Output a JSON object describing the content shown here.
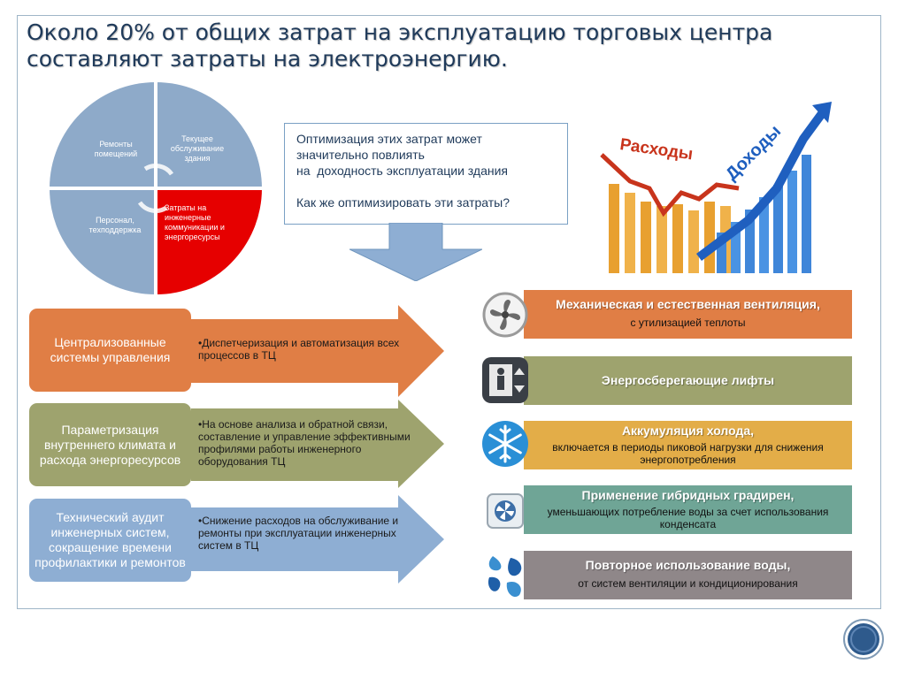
{
  "title": "Около 20% от общих затрат на эксплуатацию торговых центра составляют затраты на электроэнергию.",
  "pie": {
    "segments": [
      {
        "label": "Ремонты помещений",
        "color": "#8eaac9"
      },
      {
        "label": "Текущее обслуживание здания",
        "color": "#8eaac9"
      },
      {
        "label": "Затраты на инженерные коммуникации и энергоресурсы",
        "color": "#e60000"
      },
      {
        "label": "Персонал, техподдержка",
        "color": "#8eaac9"
      }
    ]
  },
  "callout": {
    "line1": "Оптимизация этих затрат может",
    "line2": "значительно повлиять",
    "line3": "на  доходность эксплуатации здания",
    "line4": "Как же оптимизировать эти затраты?"
  },
  "chart_image": {
    "label_expenses": "Расходы",
    "label_income": "Доходы",
    "colors": {
      "expenses": "#c8341c",
      "income": "#1f5fbf"
    }
  },
  "left_items": [
    {
      "box": "Централизованные системы управления",
      "text": "•Диспетчеризация и автоматизация всех процессов в ТЦ",
      "color": "#e07e45"
    },
    {
      "box": "Параметризация внутреннего климата и расхода энергоресурсов",
      "text": "•На основе анализа и обратной связи, составление и управление эффективными профилями работы инженерного оборудования ТЦ",
      "color": "#9ea36e"
    },
    {
      "box": "Технический аудит инженерных систем, сокращение времени профилактики и ремонтов",
      "text": "•Снижение расходов на обслуживание и ремонты при эксплуатации инженерных систем в ТЦ",
      "color": "#8eaed3"
    }
  ],
  "right_items": [
    {
      "heading": "Механическая и естественная вентиляция,",
      "sub": "с утилизацией теплоты",
      "color": "#e07e45",
      "icon": "fan-icon"
    },
    {
      "heading": "Энергосберегающие лифты",
      "sub": "",
      "color": "#9ea36e",
      "icon": "elevator-icon"
    },
    {
      "heading": "Аккумуляция холода,",
      "sub": "включается в периоды пиковой нагрузки для снижения энергопотребления",
      "color": "#e3ad48",
      "icon": "snowflake-icon"
    },
    {
      "heading": "Применение гибридных градирен,",
      "sub": "уменьшающих потребление воды за счет использования конденсата",
      "color": "#6fa596",
      "icon": "cooling-tower-icon"
    },
    {
      "heading": "Повторное использование воды,",
      "sub": "от систем вентиляции и кондиционирования",
      "color": "#8f8789",
      "icon": "water-icon"
    }
  ]
}
